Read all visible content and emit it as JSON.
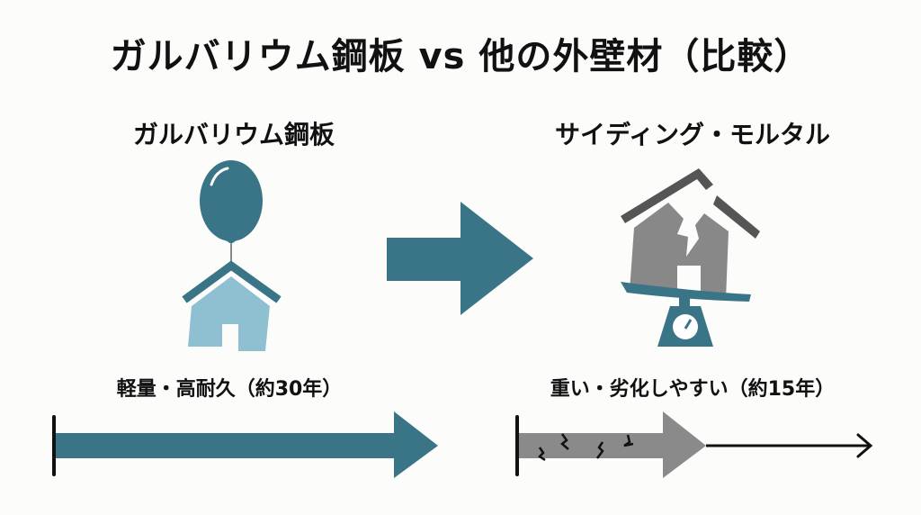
{
  "title": "ガルバリウム鋼板 vs 他の外壁材（比較）",
  "left": {
    "heading": "ガルバリウム鋼板",
    "icon": "balloon-house-icon",
    "caption": "軽量・高耐久（約30年）",
    "lifespan_years": 30,
    "bar_color": "#3a7587"
  },
  "right": {
    "heading": "サイディング・モルタル",
    "icon": "cracked-house-on-scale-icon",
    "caption": "重い・劣化しやすい（約15年）",
    "lifespan_years": 15,
    "bar_color": "#8a8a8a"
  },
  "colors": {
    "accent": "#3a7587",
    "house_light": "#8fc0d2",
    "gray": "#8a8a8a",
    "dark_gray": "#555555"
  }
}
